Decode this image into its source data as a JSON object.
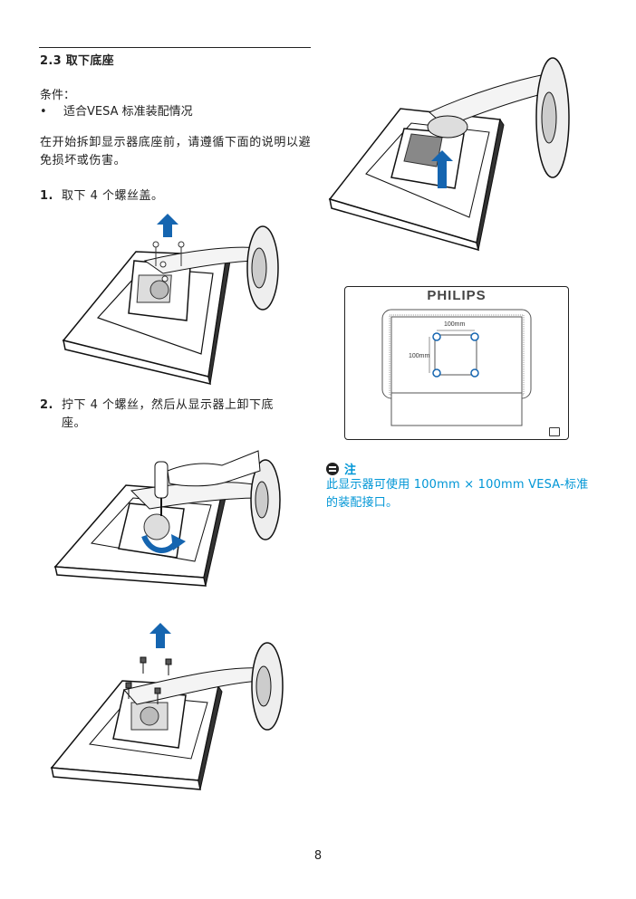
{
  "section": {
    "title": "2.3 取下底座"
  },
  "conditions": {
    "label": "条件：",
    "bullet": "•",
    "item": "适合VESA 标准装配情况"
  },
  "intro": "在开始拆卸显示器底座前，请遵循下面的说明以避免损坏或伤害。",
  "steps": [
    {
      "number": "1.",
      "text": "取下 4 个螺丝盖。"
    },
    {
      "number": "2.",
      "text_line1": "拧下 4 个螺丝，然后从显示器上卸下底",
      "text_line2": "座。"
    }
  ],
  "note": {
    "heading": "注",
    "text": "此显示器可使用 100mm × 100mm VESA-标准的装配接口。"
  },
  "monitor_rear": {
    "brand": "PHILIPS",
    "dim_horizontal": "100mm",
    "dim_vertical": "100mm"
  },
  "colors": {
    "accent": "#0096d6",
    "arrow": "#1565b0",
    "plate": "#888888"
  },
  "page_number": "8"
}
